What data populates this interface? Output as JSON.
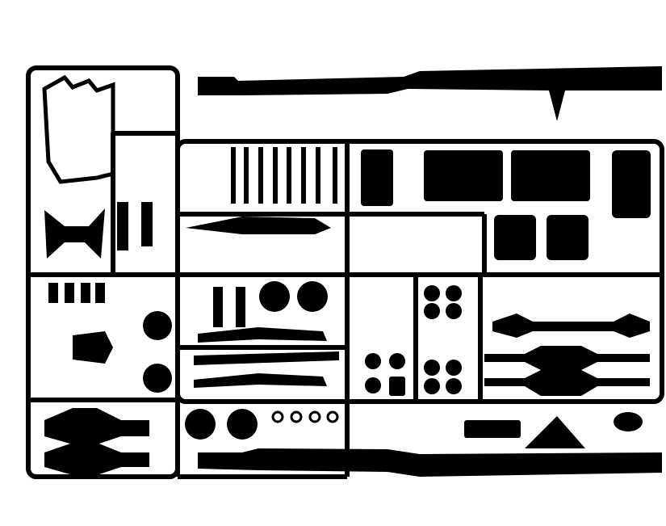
{
  "image": {
    "description_visible_text": "",
    "colors": {
      "ink": "#000000",
      "paper": "#ffffff"
    },
    "sprue": {
      "frame_count": 1,
      "sections_top_row": 5,
      "sections_bottom_row": 5
    },
    "parts": {
      "chassis_rails": 2,
      "wheels": 6,
      "leaf_springs": 4,
      "fuel_tanks": 3,
      "axles": 3
    }
  }
}
